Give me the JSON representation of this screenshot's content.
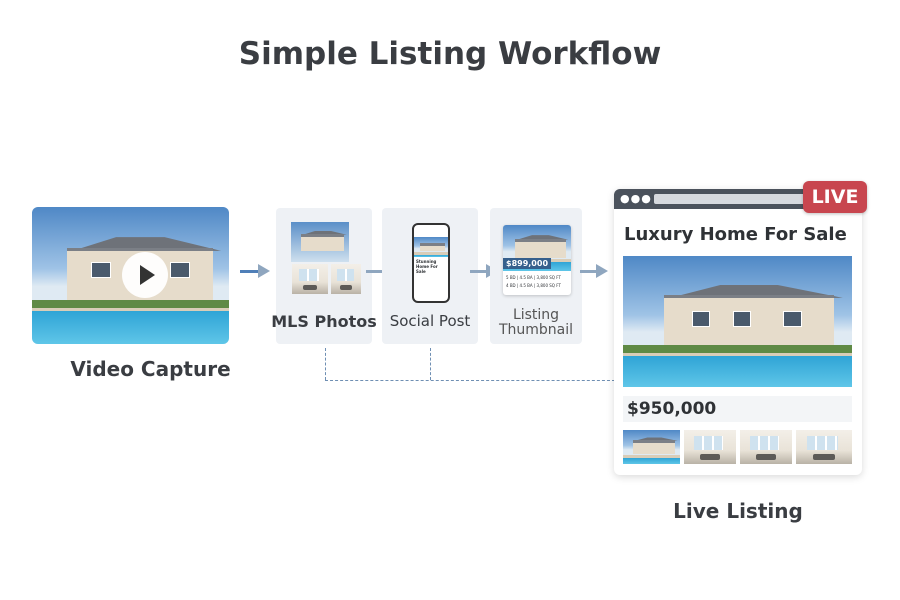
{
  "title": "Simple Listing Workflow",
  "steps": {
    "video": {
      "label": "Video Capture",
      "icon": "play-icon"
    },
    "mls": {
      "label": "MLS Photos"
    },
    "social": {
      "label": "Social Post",
      "post_title": "Stunning Home For Sale"
    },
    "thumbnail": {
      "label_line1": "Listing",
      "label_line2": "Thumbnail",
      "price": "$899,000",
      "specs1": "5 BD | 4.5 BA | 3,800 SQ FT",
      "specs2": "4 BD | 4.5 BA | 3,800 SQ FT"
    },
    "live": {
      "label": "Live Listing",
      "badge": "LIVE",
      "heading": "Luxury Home For Sale",
      "price": "$950,000"
    }
  },
  "colors": {
    "live_badge": "#c8464f",
    "arrow": "#8fa6bf",
    "first_arrow": "#4f7fb8",
    "browser_bar": "#4b525c"
  }
}
